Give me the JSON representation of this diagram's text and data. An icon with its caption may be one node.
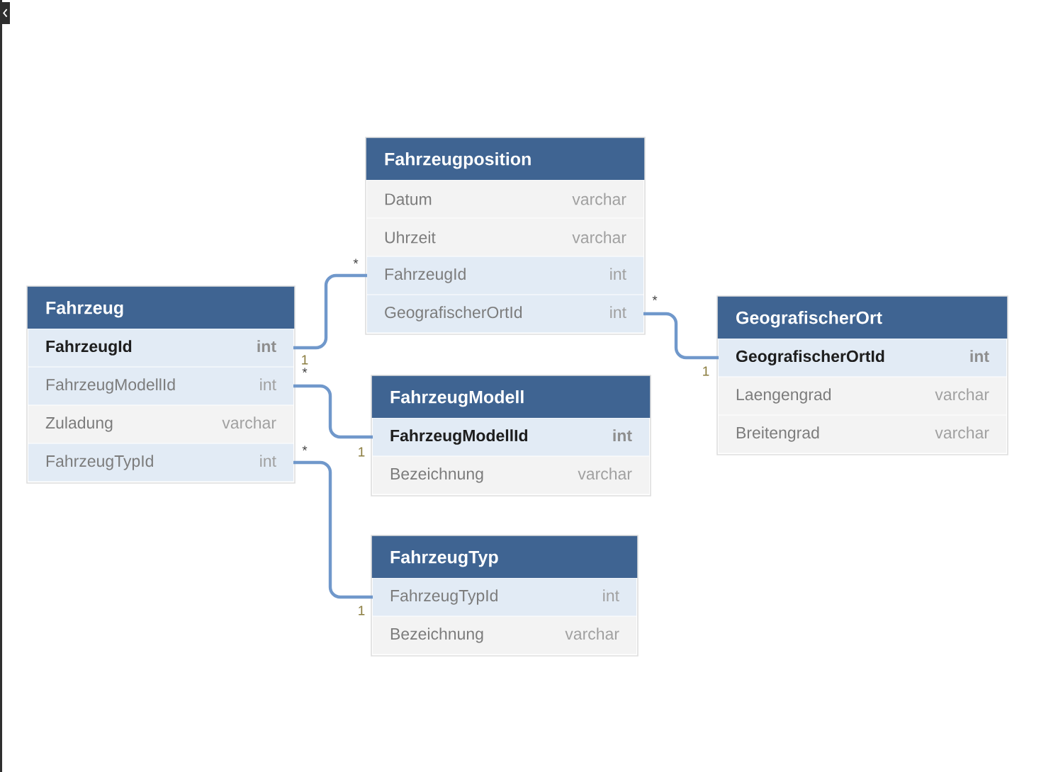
{
  "diagram": {
    "nodes": [
      {
        "text": [
          "Fahrzeugposition"
        ]
      },
      {
        "text": [
          "Datum",
          "varchar"
        ],
        "in": 0
      },
      {
        "text": [
          "Uhrzeit",
          "varchar"
        ],
        "in": 0
      },
      {
        "text": [
          "FahrzeugId",
          "int"
        ],
        "in": 0
      },
      {
        "text": [
          "GeografischerOrtId",
          "int"
        ],
        "in": 0
      },
      {
        "text": [
          "Fahrzeug"
        ]
      },
      {
        "text": [
          "FahrzeugId",
          "int"
        ],
        "in": 5
      },
      {
        "text": [
          "FahrzeugModellId",
          "int"
        ],
        "in": 5
      },
      {
        "text": [
          "Zuladung",
          "varchar"
        ],
        "in": 5
      },
      {
        "text": [
          "FahrzeugTypId",
          "int"
        ],
        "in": 5
      },
      {
        "text": [
          "GeografischerOrt"
        ]
      },
      {
        "text": [
          "GeografischerOrtId",
          "int"
        ],
        "in": 10
      },
      {
        "text": [
          "Laengengrad",
          "varchar"
        ],
        "in": 10
      },
      {
        "text": [
          "Breitengrad",
          "varchar"
        ],
        "in": 10
      },
      {
        "text": [
          "FahrzeugModell"
        ]
      },
      {
        "text": [
          "FahrzeugModellId",
          "int"
        ],
        "in": 14
      },
      {
        "text": [
          "Bezeichnung",
          "varchar"
        ],
        "in": 14
      },
      {
        "text": [
          "FahrzeugTyp"
        ]
      },
      {
        "text": [
          "FahrzeugTypId",
          "int"
        ],
        "in": 17
      },
      {
        "text": [
          "Bezeichnung",
          "varchar"
        ],
        "in": 17
      }
    ],
    "edges": [
      {
        "from": 3,
        "to": 6,
        "arrow": "none"
      },
      {
        "from": 4,
        "to": 11,
        "arrow": "none"
      },
      {
        "from": 7,
        "to": 15,
        "arrow": "none"
      },
      {
        "from": 9,
        "to": 18,
        "arrow": "none"
      }
    ],
    "labels": [
      "*",
      "*",
      "1",
      "1",
      "*",
      "*",
      "1",
      "1"
    ]
  }
}
